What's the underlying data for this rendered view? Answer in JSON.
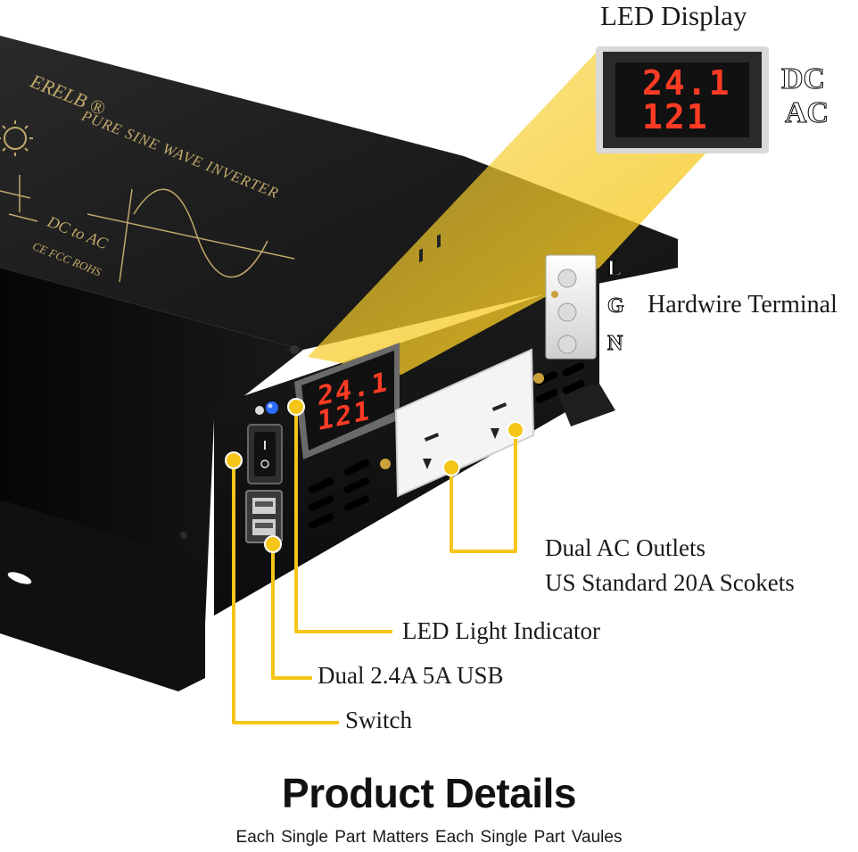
{
  "product_print": {
    "brand": "ERELB ®",
    "product_type": "PURE SINE WAVE INVERTER",
    "conversion": "DC to AC",
    "certifications": "CE FCC ROHS"
  },
  "led_display": {
    "title": "LED Display",
    "dc_reading": "24.1",
    "ac_reading": "121",
    "dc_label": "DC",
    "ac_label": "AC"
  },
  "hardwire": {
    "terminals": [
      "L",
      "G",
      "N"
    ],
    "label": "Hardwire Terminal"
  },
  "callouts": {
    "outlets_line1": "Dual AC Outlets",
    "outlets_line2": "US Standard 20A Scokets",
    "led_light": "LED Light Indicator",
    "usb": "Dual 2.4A 5A USB",
    "switch": "Switch"
  },
  "footer": {
    "heading": "Product Details",
    "subheading": "Each Single Part Matters   Each Single Part Vaules"
  },
  "colors": {
    "accent_yellow": "#f5c518",
    "body_black": "#0e0e0e",
    "led_red": "#ff3b24",
    "indicator_blue": "#2a6bff",
    "print_gold": "#bfa86a"
  },
  "icons": [
    "sun-icon",
    "dc-symbol-icon",
    "sine-wave-icon",
    "ac-outlet-icon",
    "usb-port-icon",
    "rocker-switch-icon",
    "led-indicator-icon"
  ]
}
